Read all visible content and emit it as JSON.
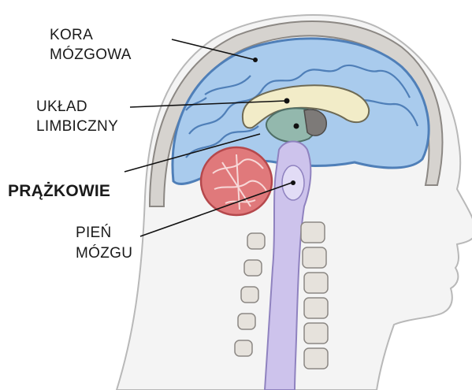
{
  "labels": {
    "cortex": {
      "line1": "KORA",
      "line2": "MÓZGOWA"
    },
    "limbic": {
      "line1": "UKŁAD",
      "line2": "LIMBICZNY"
    },
    "striatum": {
      "line1": "PRĄŻKOWIE"
    },
    "brainstem": {
      "line1": "PIEŃ",
      "line2": "MÓZGU"
    }
  },
  "colors": {
    "cortex": "#a9cbed",
    "cortex_outline": "#4f7fb8",
    "corpus_callosum": "#f2ecc8",
    "limbic": "#93b8ad",
    "striatum": "#e0797b",
    "brainstem": "#cdc3ec",
    "skin": "#f4f4f4",
    "skull": "#d6d3cf",
    "leader_line": "#111111"
  }
}
